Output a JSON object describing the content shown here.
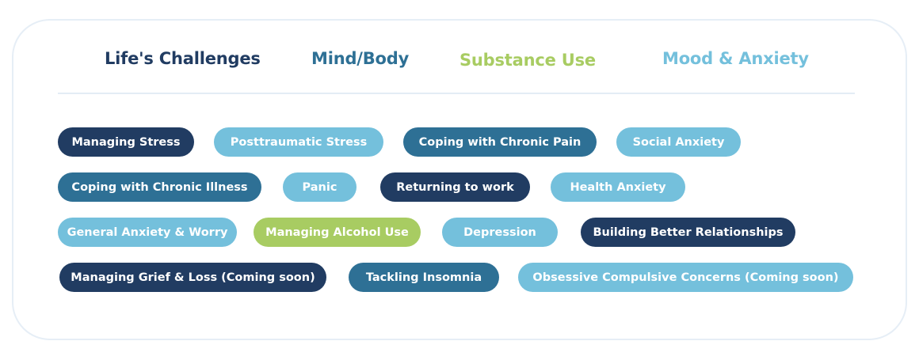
{
  "categories": {
    "life": {
      "label": "Life's Challenges",
      "color": "#213c62"
    },
    "mind": {
      "label": "Mind/Body",
      "color": "#2e7095"
    },
    "substance": {
      "label": "Substance Use",
      "color": "#a8cc62"
    },
    "mood": {
      "label": "Mood & Anxiety",
      "color": "#74c0dc"
    }
  },
  "topics": [
    {
      "label": "Managing Stress",
      "category": "life"
    },
    {
      "label": "Posttraumatic Stress",
      "category": "mood"
    },
    {
      "label": "Coping with Chronic Pain",
      "category": "mind"
    },
    {
      "label": "Social Anxiety",
      "category": "mood"
    },
    {
      "label": "Coping with Chronic Illness",
      "category": "mind"
    },
    {
      "label": "Panic",
      "category": "mood"
    },
    {
      "label": "Returning to work",
      "category": "life"
    },
    {
      "label": "Health Anxiety",
      "category": "mood"
    },
    {
      "label": "General Anxiety & Worry",
      "category": "mood"
    },
    {
      "label": "Managing Alcohol Use",
      "category": "substance"
    },
    {
      "label": "Depression",
      "category": "mood"
    },
    {
      "label": "Building Better Relationships",
      "category": "life"
    },
    {
      "label": "Managing Grief & Loss (Coming soon)",
      "category": "life"
    },
    {
      "label": "Tackling Insomnia",
      "category": "mind"
    },
    {
      "label": "Obsessive Compulsive Concerns (Coming soon)",
      "category": "mood"
    }
  ]
}
